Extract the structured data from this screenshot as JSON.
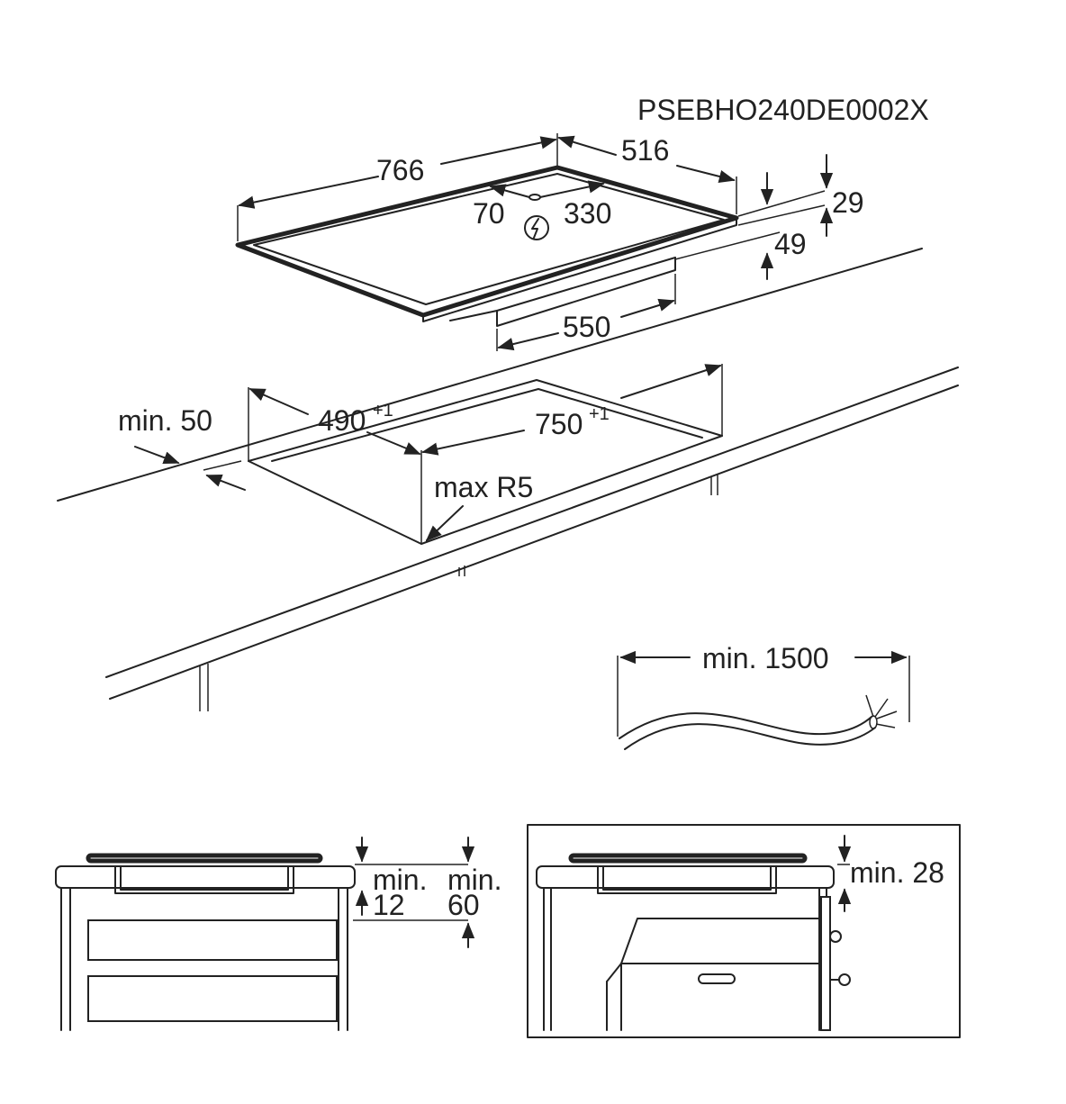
{
  "diagram": {
    "model_code": "PSEBHO240DE0002X",
    "hob": {
      "width": "766",
      "depth": "516",
      "connection_offset_left": "70",
      "connection_offset_right": "330",
      "glass_thickness": "29",
      "body_height": "49",
      "body_width": "550"
    },
    "cutout": {
      "depth": "490",
      "depth_tolerance": "+1",
      "width": "750",
      "width_tolerance": "+1",
      "edge_distance": "min. 50",
      "corner_radius": "max R5"
    },
    "cable": {
      "length": "min. 1500"
    },
    "installation_drawer": {
      "gap_top_label": "min.",
      "gap_top_value": "12",
      "gap_total_label": "min.",
      "gap_total_value": "60"
    },
    "installation_oven": {
      "gap": "min. 28"
    },
    "icons": [
      "power-connection-icon"
    ]
  }
}
